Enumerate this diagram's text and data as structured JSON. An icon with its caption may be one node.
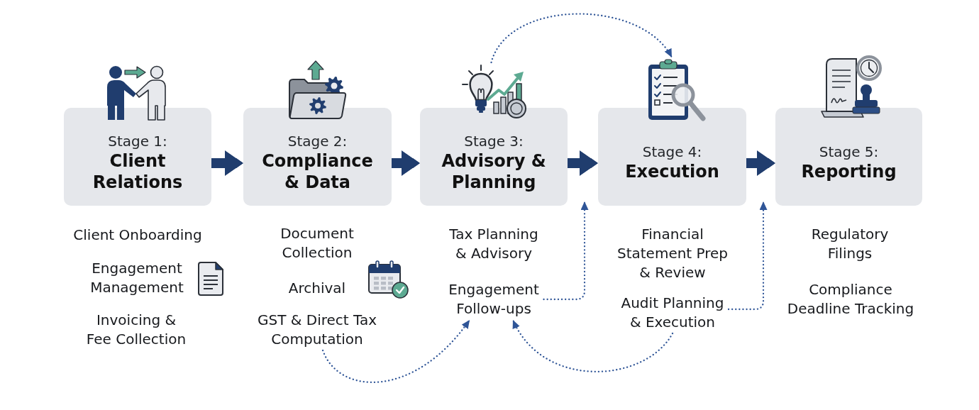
{
  "diagram": {
    "nodes": [
      {
        "text": [
          "Stage 1:",
          "Client Relations"
        ]
      },
      {
        "text": [
          "Stage 2:",
          "Compliance & Data"
        ]
      },
      {
        "text": [
          "Stage 3:",
          "Advisory & Planning"
        ]
      },
      {
        "text": [
          "Stage 4:",
          "Execution"
        ]
      },
      {
        "text": [
          "Stage 5:",
          "Reporting"
        ]
      },
      {
        "text": [],
        "shape": "picture"
      },
      {
        "text": [],
        "shape": "picture"
      },
      {
        "text": [
          "GST & Direct Tax Computation"
        ]
      },
      {
        "text": [
          "Engagement Follow-ups"
        ]
      },
      {
        "text": [
          "Audit Planning & Execution"
        ]
      }
    ],
    "edges": [
      {
        "from": 0,
        "to": 1,
        "arrow": "to",
        "style": "thick"
      },
      {
        "from": 1,
        "to": 2,
        "arrow": "to",
        "style": "thick"
      },
      {
        "from": 2,
        "to": 3,
        "arrow": "to",
        "style": "thick"
      },
      {
        "from": 3,
        "to": 4,
        "arrow": "to",
        "style": "thick"
      },
      {
        "from": 5,
        "to": 6,
        "arrow": "to",
        "style": "dashed"
      },
      {
        "from": 8,
        "to": 3,
        "arrow": "to",
        "style": "dashed"
      },
      {
        "from": 9,
        "to": 4,
        "arrow": "to",
        "style": "dashed"
      },
      {
        "from": 7,
        "to": 8,
        "arrow": "to",
        "style": "dashed"
      },
      {
        "from": 9,
        "to": 8,
        "arrow": "to",
        "style": "dashed"
      }
    ],
    "labels": [
      "Client Onboarding",
      "Engagement Management",
      "Invoicing & Fee Collection",
      "Document Collection",
      "Archival",
      "Tax Planning & Advisory",
      "Financial Statement Prep & Review",
      "Regulatory Filings",
      "Compliance Deadline Tracking"
    ]
  }
}
